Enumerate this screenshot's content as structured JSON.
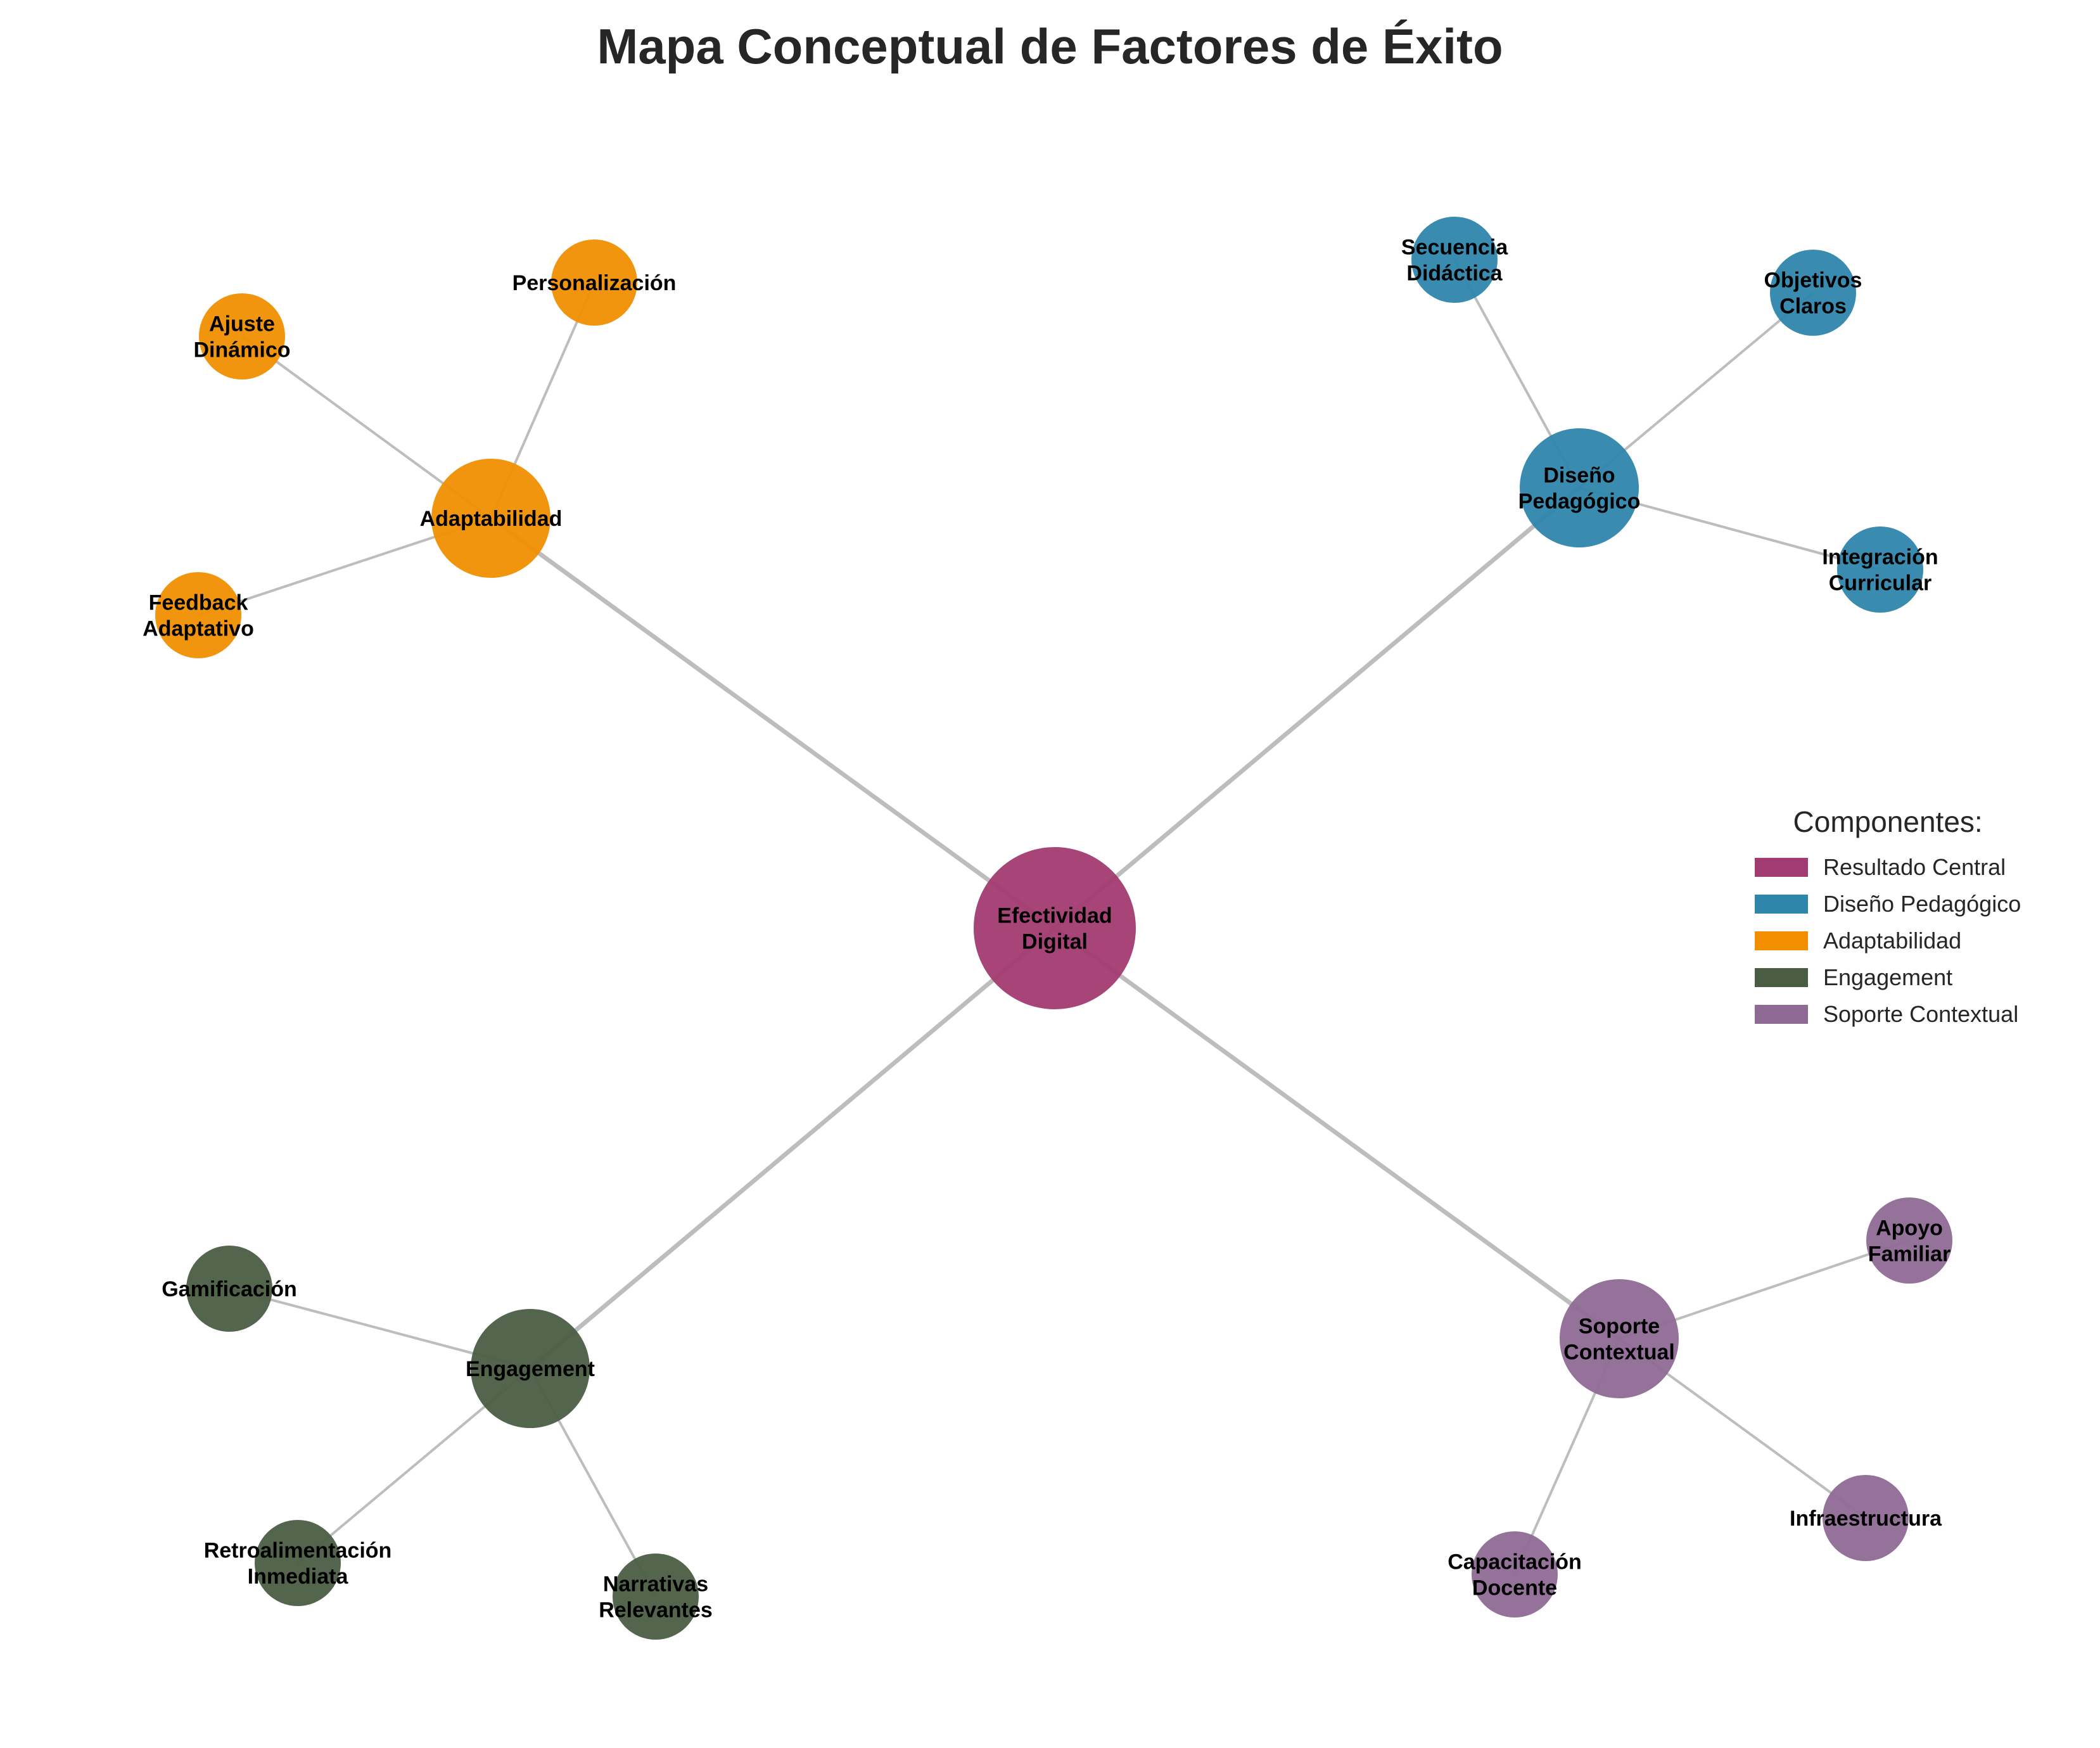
{
  "title": "Mapa Conceptual de Factores de Éxito",
  "colors": {
    "central": "#A23B72",
    "diseno": "#2E86AB",
    "adapt": "#F18F01",
    "engage": "#4A5D43",
    "soporte": "#8E6A95"
  },
  "legend": {
    "title": "Componentes:",
    "items": [
      {
        "label": "Resultado Central",
        "group": "central"
      },
      {
        "label": "Diseño Pedagógico",
        "group": "diseno"
      },
      {
        "label": "Adaptabilidad",
        "group": "adapt"
      },
      {
        "label": "Engagement",
        "group": "engage"
      },
      {
        "label": "Soporte Contextual",
        "group": "soporte"
      }
    ]
  },
  "nodes": [
    {
      "id": "efectividad",
      "lines": [
        "Efectividad",
        "Digital"
      ],
      "group": "central",
      "level": "center"
    },
    {
      "id": "diseno",
      "lines": [
        "Diseño",
        "Pedagógico"
      ],
      "group": "diseno",
      "level": "main"
    },
    {
      "id": "adaptabilidad",
      "lines": [
        "Adaptabilidad"
      ],
      "group": "adapt",
      "level": "main"
    },
    {
      "id": "engagement",
      "lines": [
        "Engagement"
      ],
      "group": "engage",
      "level": "main"
    },
    {
      "id": "soporte",
      "lines": [
        "Soporte",
        "Contextual"
      ],
      "group": "soporte",
      "level": "main"
    },
    {
      "id": "secuencia",
      "lines": [
        "Secuencia",
        "Didáctica"
      ],
      "group": "diseno",
      "level": "sub"
    },
    {
      "id": "objetivos",
      "lines": [
        "Objetivos",
        "Claros"
      ],
      "group": "diseno",
      "level": "sub"
    },
    {
      "id": "integracion",
      "lines": [
        "Integración",
        "Curricular"
      ],
      "group": "diseno",
      "level": "sub"
    },
    {
      "id": "personalizacion",
      "lines": [
        "Personalización"
      ],
      "group": "adapt",
      "level": "sub"
    },
    {
      "id": "ajuste",
      "lines": [
        "Ajuste",
        "Dinámico"
      ],
      "group": "adapt",
      "level": "sub"
    },
    {
      "id": "feedback",
      "lines": [
        "Feedback",
        "Adaptativo"
      ],
      "group": "adapt",
      "level": "sub"
    },
    {
      "id": "gamificacion",
      "lines": [
        "Gamificación"
      ],
      "group": "engage",
      "level": "sub"
    },
    {
      "id": "retro",
      "lines": [
        "Retroalimentación",
        "Inmediata"
      ],
      "group": "engage",
      "level": "sub"
    },
    {
      "id": "narrativas",
      "lines": [
        "Narrativas",
        "Relevantes"
      ],
      "group": "engage",
      "level": "sub"
    },
    {
      "id": "apoyo",
      "lines": [
        "Apoyo",
        "Familiar"
      ],
      "group": "soporte",
      "level": "sub"
    },
    {
      "id": "infra",
      "lines": [
        "Infraestructura"
      ],
      "group": "soporte",
      "level": "sub"
    },
    {
      "id": "capacitacion",
      "lines": [
        "Capacitación",
        "Docente"
      ],
      "group": "soporte",
      "level": "sub"
    }
  ],
  "edges": [
    {
      "from": "efectividad",
      "to": "diseno",
      "kind": "main"
    },
    {
      "from": "efectividad",
      "to": "adaptabilidad",
      "kind": "main"
    },
    {
      "from": "efectividad",
      "to": "engagement",
      "kind": "main"
    },
    {
      "from": "efectividad",
      "to": "soporte",
      "kind": "main"
    },
    {
      "from": "diseno",
      "to": "secuencia",
      "kind": "sub"
    },
    {
      "from": "diseno",
      "to": "objetivos",
      "kind": "sub"
    },
    {
      "from": "diseno",
      "to": "integracion",
      "kind": "sub"
    },
    {
      "from": "adaptabilidad",
      "to": "personalizacion",
      "kind": "sub"
    },
    {
      "from": "adaptabilidad",
      "to": "ajuste",
      "kind": "sub"
    },
    {
      "from": "adaptabilidad",
      "to": "feedback",
      "kind": "sub"
    },
    {
      "from": "engagement",
      "to": "gamificacion",
      "kind": "sub"
    },
    {
      "from": "engagement",
      "to": "retro",
      "kind": "sub"
    },
    {
      "from": "engagement",
      "to": "narrativas",
      "kind": "sub"
    },
    {
      "from": "soporte",
      "to": "apoyo",
      "kind": "sub"
    },
    {
      "from": "soporte",
      "to": "infra",
      "kind": "sub"
    },
    {
      "from": "soporte",
      "to": "capacitacion",
      "kind": "sub"
    }
  ]
}
